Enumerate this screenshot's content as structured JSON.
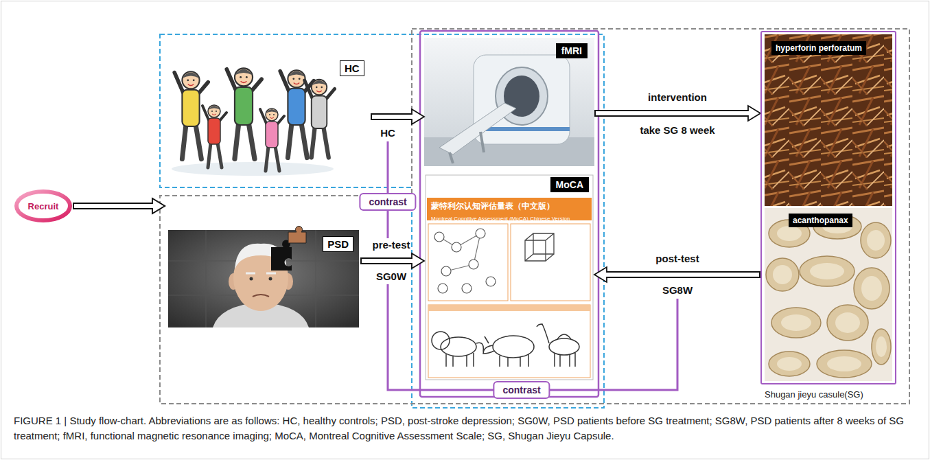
{
  "diagram": {
    "caption": "FIGURE 1 | Study flow-chart. Abbreviations are as follows: HC, healthy controls; PSD, post-stroke depression; SG0W, PSD patients before SG treatment; SG8W, PSD patients after 8 weeks of SG treatment; fMRI, functional magnetic resonance imaging; MoCA, Montreal Cognitive Assessment Scale; SG, Shugan Jieyu Capsule.",
    "nodes": [
      {
        "text": [
          "Recruit"
        ]
      },
      {
        "text": [
          "HC"
        ]
      },
      {
        "text": [
          "fMRI"
        ]
      },
      {
        "text": [
          "Shugan jieyu casule(SG)"
        ]
      },
      {
        "text": [
          "hyperforin perforatum"
        ],
        "in": 3
      },
      {
        "text": [
          "acanthopanax"
        ],
        "in": 3
      },
      {
        "text": [
          "contrast"
        ]
      },
      {
        "text": [
          "PSD"
        ]
      },
      {
        "text": [
          "MoCA",
          "蒙特利尔认知评估量表（中文版）",
          "Montreal Cognitive Assessment (MoCA) Chinese Version"
        ]
      },
      {
        "text": [
          "contrast"
        ]
      }
    ],
    "edges": [
      {
        "from": 0,
        "to": 1,
        "arrow": "to"
      },
      {
        "from": 0,
        "to": 7,
        "arrow": "to"
      },
      {
        "from": 1,
        "to": 2,
        "arrow": "to",
        "label": "HC"
      },
      {
        "from": 2,
        "to": 3,
        "arrow": "to",
        "label": "intervention"
      },
      {
        "from": 7,
        "to": 8,
        "arrow": "to",
        "label": "pre-test"
      },
      {
        "from": 3,
        "to": 8,
        "arrow": "to",
        "label": "post-test"
      }
    ],
    "labels": [
      "take SG 8 week",
      "SG0W",
      "SG8W"
    ]
  }
}
